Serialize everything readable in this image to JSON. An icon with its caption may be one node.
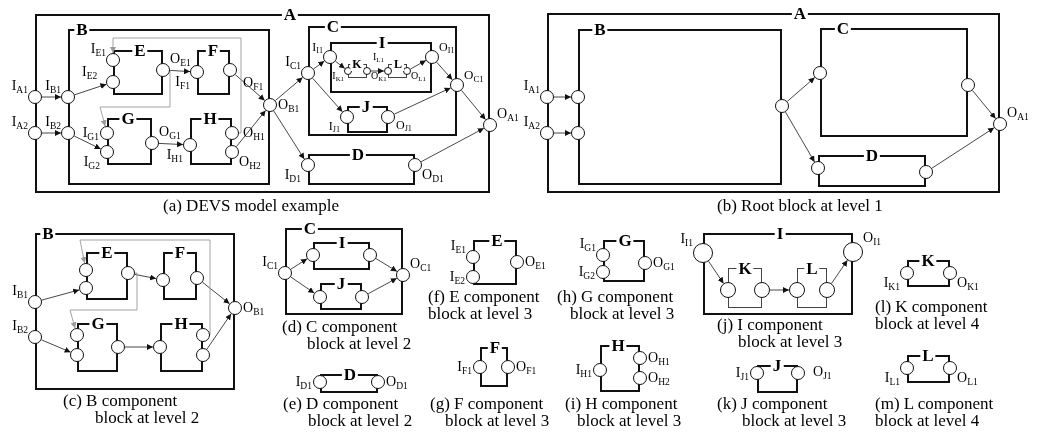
{
  "diagram": {
    "nodes": [
      {
        "text": [
          "A"
        ]
      },
      {
        "text": [
          "B"
        ],
        "in": 0
      },
      {
        "text": [
          "E"
        ],
        "in": 1
      },
      {
        "text": [
          "F"
        ],
        "in": 1
      },
      {
        "text": [
          "G"
        ],
        "in": 1
      },
      {
        "text": [
          "H"
        ],
        "in": 1
      },
      {
        "text": [
          "C"
        ],
        "in": 0
      },
      {
        "text": [
          "I"
        ],
        "in": 6
      },
      {
        "text": [
          "K"
        ],
        "in": 7
      },
      {
        "text": [
          "L"
        ],
        "in": 7
      },
      {
        "text": [
          "J"
        ],
        "in": 6
      },
      {
        "text": [
          "D"
        ],
        "in": 0
      },
      {
        "text": [],
        "shape": "circle",
        "beside": [
          "I$_{A1}$"
        ],
        "in": 0
      },
      {
        "text": [],
        "shape": "circle",
        "beside": [
          "I$_{A2}$"
        ],
        "in": 0
      },
      {
        "text": [],
        "shape": "circle",
        "beside": [
          "I$_{B1}$"
        ],
        "in": 1
      },
      {
        "text": [],
        "shape": "circle",
        "beside": [
          "I$_{B2}$"
        ],
        "in": 1
      },
      {
        "text": [],
        "shape": "circle",
        "beside": [
          "I$_{E1}$"
        ],
        "in": 2
      },
      {
        "text": [],
        "shape": "circle",
        "beside": [
          "I$_{E2}$"
        ],
        "in": 2
      },
      {
        "text": [],
        "shape": "circle",
        "beside": [
          "O$_{E1}$"
        ],
        "in": 2
      },
      {
        "text": [],
        "shape": "circle",
        "beside": [
          "I$_{F1}$"
        ],
        "in": 3
      },
      {
        "text": [],
        "shape": "circle",
        "beside": [
          "O$_{F1}$"
        ],
        "in": 3
      },
      {
        "text": [],
        "shape": "circle",
        "beside": [
          "I$_{G1}$"
        ],
        "in": 4
      },
      {
        "text": [],
        "shape": "circle",
        "beside": [
          "I$_{G2}$"
        ],
        "in": 4
      },
      {
        "text": [],
        "shape": "circle",
        "beside": [
          "O$_{G1}$"
        ],
        "in": 4
      },
      {
        "text": [],
        "shape": "circle",
        "beside": [
          "I$_{H1}$"
        ],
        "in": 5
      },
      {
        "text": [],
        "shape": "circle",
        "beside": [
          "O$_{H1}$"
        ],
        "in": 5
      },
      {
        "text": [],
        "shape": "circle",
        "beside": [
          "O$_{H2}$"
        ],
        "in": 5
      },
      {
        "text": [],
        "shape": "circle",
        "beside": [
          "O$_{B1}$"
        ],
        "in": 1
      },
      {
        "text": [],
        "shape": "circle",
        "beside": [
          "I$_{C1}$"
        ],
        "in": 6
      },
      {
        "text": [],
        "shape": "circle",
        "beside": [
          "I$_{I1}$"
        ],
        "in": 7
      },
      {
        "text": [],
        "shape": "circle",
        "beside": [
          "I$_{K1}$"
        ],
        "in": 8
      },
      {
        "text": [],
        "shape": "circle",
        "beside": [
          "O$_{K1}$"
        ],
        "in": 8
      },
      {
        "text": [],
        "shape": "circle",
        "beside": [
          "I$_{L1}$"
        ],
        "in": 9
      },
      {
        "text": [],
        "shape": "circle",
        "beside": [
          "O$_{L1}$"
        ],
        "in": 9
      },
      {
        "text": [],
        "shape": "circle",
        "beside": [
          "O$_{I1}$"
        ],
        "in": 7
      },
      {
        "text": [],
        "shape": "circle",
        "beside": [
          "I$_{J1}$"
        ],
        "in": 10
      },
      {
        "text": [],
        "shape": "circle",
        "beside": [
          "O$_{J1}$"
        ],
        "in": 10
      },
      {
        "text": [],
        "shape": "circle",
        "beside": [
          "O$_{C1}$"
        ],
        "in": 6
      },
      {
        "text": [],
        "shape": "circle",
        "beside": [
          "I$_{D1}$"
        ],
        "in": 11
      },
      {
        "text": [],
        "shape": "circle",
        "beside": [
          "O$_{D1}$"
        ],
        "in": 11
      },
      {
        "text": [],
        "shape": "circle",
        "beside": [
          "O$_{A1}$"
        ],
        "in": 0
      },
      {
        "text": [
          "A"
        ]
      },
      {
        "text": [
          "B"
        ],
        "in": 41
      },
      {
        "text": [
          "C"
        ],
        "in": 41
      },
      {
        "text": [
          "D"
        ],
        "in": 41
      },
      {
        "text": [],
        "shape": "circle",
        "beside": [
          "I$_{A1}$"
        ],
        "in": 41
      },
      {
        "text": [],
        "shape": "circle",
        "beside": [
          "I$_{A2}$"
        ],
        "in": 41
      },
      {
        "text": [],
        "shape": "circle",
        "in": 42
      },
      {
        "text": [],
        "shape": "circle",
        "in": 42
      },
      {
        "text": [],
        "shape": "circle",
        "in": 42
      },
      {
        "text": [],
        "shape": "circle",
        "in": 43
      },
      {
        "text": [],
        "shape": "circle",
        "in": 43
      },
      {
        "text": [],
        "shape": "circle",
        "in": 44
      },
      {
        "text": [],
        "shape": "circle",
        "in": 44
      },
      {
        "text": [],
        "shape": "circle",
        "beside": [
          "O$_{A1}$"
        ],
        "in": 41
      },
      {
        "text": [
          "B"
        ]
      },
      {
        "text": [
          "E"
        ],
        "in": 55
      },
      {
        "text": [
          "F"
        ],
        "in": 55
      },
      {
        "text": [
          "G"
        ],
        "in": 55
      },
      {
        "text": [
          "H"
        ],
        "in": 55
      },
      {
        "text": [],
        "shape": "circle",
        "beside": [
          "I$_{B1}$"
        ],
        "in": 55
      },
      {
        "text": [],
        "shape": "circle",
        "beside": [
          "I$_{B2}$"
        ],
        "in": 55
      },
      {
        "text": [],
        "shape": "circle",
        "in": 56
      },
      {
        "text": [],
        "shape": "circle",
        "in": 56
      },
      {
        "text": [],
        "shape": "circle",
        "in": 56
      },
      {
        "text": [],
        "shape": "circle",
        "in": 57
      },
      {
        "text": [],
        "shape": "circle",
        "in": 57
      },
      {
        "text": [],
        "shape": "circle",
        "in": 58
      },
      {
        "text": [],
        "shape": "circle",
        "in": 58
      },
      {
        "text": [],
        "shape": "circle",
        "in": 58
      },
      {
        "text": [],
        "shape": "circle",
        "in": 59
      },
      {
        "text": [],
        "shape": "circle",
        "in": 59
      },
      {
        "text": [],
        "shape": "circle",
        "in": 59
      },
      {
        "text": [],
        "shape": "circle",
        "beside": [
          "O$_{B1}$"
        ],
        "in": 55
      },
      {
        "text": [
          "C"
        ]
      },
      {
        "text": [
          "I"
        ],
        "in": 74
      },
      {
        "text": [
          "J"
        ],
        "in": 74
      },
      {
        "text": [],
        "shape": "circle",
        "beside": [
          "I$_{C1}$"
        ],
        "in": 74
      },
      {
        "text": [],
        "shape": "circle",
        "in": 75
      },
      {
        "text": [],
        "shape": "circle",
        "in": 75
      },
      {
        "text": [],
        "shape": "circle",
        "in": 76
      },
      {
        "text": [],
        "shape": "circle",
        "in": 76
      },
      {
        "text": [],
        "shape": "circle",
        "beside": [
          "O$_{C1}$"
        ],
        "in": 74
      },
      {
        "text": [
          "D"
        ]
      },
      {
        "text": [],
        "shape": "circle",
        "beside": [
          "I$_{D1}$"
        ],
        "in": 83
      },
      {
        "text": [],
        "shape": "circle",
        "beside": [
          "O$_{D1}$"
        ],
        "in": 83
      },
      {
        "text": [
          "E"
        ]
      },
      {
        "text": [],
        "shape": "circle",
        "beside": [
          "I$_{E1}$"
        ],
        "in": 86
      },
      {
        "text": [],
        "shape": "circle",
        "beside": [
          "I$_{E2}$"
        ],
        "in": 86
      },
      {
        "text": [],
        "shape": "circle",
        "beside": [
          "O$_{E1}$"
        ],
        "in": 86
      },
      {
        "text": [
          "G"
        ]
      },
      {
        "text": [],
        "shape": "circle",
        "beside": [
          "I$_{G1}$"
        ],
        "in": 90
      },
      {
        "text": [],
        "shape": "circle",
        "beside": [
          "I$_{G2}$"
        ],
        "in": 90
      },
      {
        "text": [],
        "shape": "circle",
        "beside": [
          "O$_{G1}$"
        ],
        "in": 90
      },
      {
        "text": [
          "F"
        ]
      },
      {
        "text": [],
        "shape": "circle",
        "beside": [
          "I$_{F1}$"
        ],
        "in": 94
      },
      {
        "text": [],
        "shape": "circle",
        "beside": [
          "O$_{F1}$"
        ],
        "in": 94
      },
      {
        "text": [
          "H"
        ]
      },
      {
        "text": [],
        "shape": "circle",
        "beside": [
          "I$_{H1}$"
        ],
        "in": 97
      },
      {
        "text": [],
        "shape": "circle",
        "beside": [
          "O$_{H1}$"
        ],
        "in": 97
      },
      {
        "text": [],
        "shape": "circle",
        "beside": [
          "O$_{H2}$"
        ],
        "in": 97
      },
      {
        "text": [
          "I"
        ]
      },
      {
        "text": [
          "K"
        ],
        "in": 101
      },
      {
        "text": [
          "L"
        ],
        "in": 101
      },
      {
        "text": [],
        "shape": "circle",
        "beside": [
          "I$_{I1}$"
        ],
        "in": 101
      },
      {
        "text": [],
        "shape": "circle",
        "in": 102
      },
      {
        "text": [],
        "shape": "circle",
        "in": 102
      },
      {
        "text": [],
        "shape": "circle",
        "in": 103
      },
      {
        "text": [],
        "shape": "circle",
        "in": 103
      },
      {
        "text": [],
        "shape": "circle",
        "beside": [
          "O$_{I1}$"
        ],
        "in": 101
      },
      {
        "text": [
          "J"
        ]
      },
      {
        "text": [],
        "shape": "circle",
        "beside": [
          "I$_{J1}$"
        ],
        "in": 110
      },
      {
        "text": [],
        "shape": "circle",
        "beside": [
          "O$_{J1}$"
        ],
        "in": 110
      },
      {
        "text": [
          "K"
        ]
      },
      {
        "text": [],
        "shape": "circle",
        "beside": [
          "I$_{K1}$"
        ],
        "in": 113
      },
      {
        "text": [],
        "shape": "circle",
        "beside": [
          "O$_{K1}$"
        ],
        "in": 113
      },
      {
        "text": [
          "L"
        ]
      },
      {
        "text": [],
        "shape": "circle",
        "beside": [
          "I$_{L1}$"
        ],
        "in": 116
      },
      {
        "text": [],
        "shape": "circle",
        "beside": [
          "O$_{L1}$"
        ],
        "in": 116
      }
    ],
    "edges": [
      {
        "from": 12,
        "to": 14,
        "arrow": "to"
      },
      {
        "from": 13,
        "to": 15,
        "arrow": "to"
      },
      {
        "from": 14,
        "to": 17,
        "arrow": "to"
      },
      {
        "from": 15,
        "to": 22,
        "arrow": "to"
      },
      {
        "from": 18,
        "to": 19,
        "arrow": "to"
      },
      {
        "from": 18,
        "to": 21,
        "arrow": "to",
        "color": "#999999"
      },
      {
        "from": 20,
        "to": 27,
        "arrow": "to"
      },
      {
        "from": 23,
        "to": 24,
        "arrow": "to"
      },
      {
        "from": 26,
        "to": 27,
        "arrow": "to"
      },
      {
        "from": 25,
        "to": 16,
        "arrow": "to",
        "color": "#999999"
      },
      {
        "from": 27,
        "to": 28,
        "arrow": "to"
      },
      {
        "from": 27,
        "to": 38,
        "arrow": "to"
      },
      {
        "from": 28,
        "to": 29,
        "arrow": "to"
      },
      {
        "from": 28,
        "to": 35,
        "arrow": "to"
      },
      {
        "from": 29,
        "to": 30,
        "arrow": "to"
      },
      {
        "from": 31,
        "to": 32,
        "arrow": "to"
      },
      {
        "from": 33,
        "to": 34,
        "arrow": "to"
      },
      {
        "from": 34,
        "to": 37,
        "arrow": "to"
      },
      {
        "from": 36,
        "to": 37,
        "arrow": "to"
      },
      {
        "from": 37,
        "to": 40,
        "arrow": "to"
      },
      {
        "from": 39,
        "to": 40,
        "arrow": "to"
      },
      {
        "from": 45,
        "to": 47,
        "arrow": "to"
      },
      {
        "from": 46,
        "to": 48,
        "arrow": "to"
      },
      {
        "from": 49,
        "to": 50,
        "arrow": "to"
      },
      {
        "from": 49,
        "to": 52,
        "arrow": "to"
      },
      {
        "from": 51,
        "to": 54,
        "arrow": "to"
      },
      {
        "from": 53,
        "to": 54,
        "arrow": "to"
      },
      {
        "from": 60,
        "to": 63,
        "arrow": "to"
      },
      {
        "from": 61,
        "to": 68,
        "arrow": "to"
      },
      {
        "from": 64,
        "to": 65,
        "arrow": "to"
      },
      {
        "from": 64,
        "to": 67,
        "arrow": "to",
        "color": "#999999"
      },
      {
        "from": 66,
        "to": 73,
        "arrow": "to"
      },
      {
        "from": 69,
        "to": 70,
        "arrow": "to"
      },
      {
        "from": 72,
        "to": 73,
        "arrow": "to"
      },
      {
        "from": 71,
        "to": 62,
        "arrow": "to",
        "color": "#999999"
      },
      {
        "from": 77,
        "to": 78,
        "arrow": "to"
      },
      {
        "from": 77,
        "to": 80,
        "arrow": "to"
      },
      {
        "from": 79,
        "to": 82,
        "arrow": "to"
      },
      {
        "from": 81,
        "to": 82,
        "arrow": "to"
      },
      {
        "from": 104,
        "to": 105,
        "arrow": "to"
      },
      {
        "from": 106,
        "to": 107,
        "arrow": "to"
      },
      {
        "from": 108,
        "to": 109,
        "arrow": "to"
      }
    ],
    "labels": [
      "(a) DEVS model example",
      "(b) Root block at level 1",
      "(c) B component block at level 2",
      "(d) C component block at level 2",
      "(f) E component block at level 3",
      "(h) G component block at level 3",
      "(j) I component block at level 3",
      "(l) K component block at level 4",
      "(e) D component block at level 2",
      "(g) F component block at level 3",
      "(i) H component block at level 3",
      "(k) J component block at level 3",
      "(m) L component block at level 4"
    ]
  }
}
